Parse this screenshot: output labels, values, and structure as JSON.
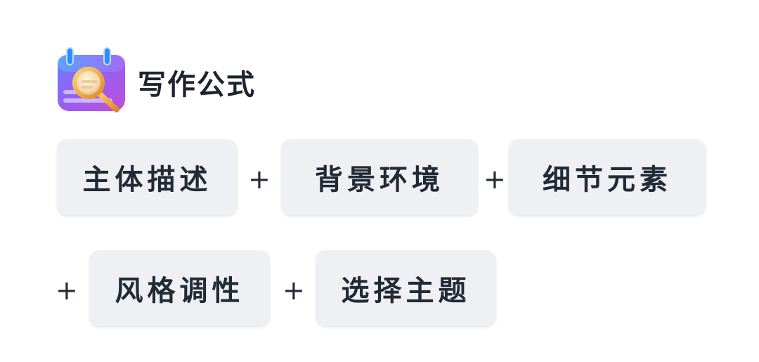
{
  "header": {
    "title": "写作公式",
    "icon": "calendar-magnifier-icon"
  },
  "formula": {
    "items": [
      {
        "label": "主体描述"
      },
      {
        "label": "背景环境"
      },
      {
        "label": "细节元素"
      },
      {
        "label": "风格调性"
      },
      {
        "label": "选择主题"
      }
    ],
    "operator": "+"
  },
  "colors": {
    "tile_bg": "#eef0f3",
    "text": "#222a36",
    "icon_purple": "#8b5cf6",
    "icon_blue": "#3b82f6",
    "icon_gold": "#f5b342"
  }
}
